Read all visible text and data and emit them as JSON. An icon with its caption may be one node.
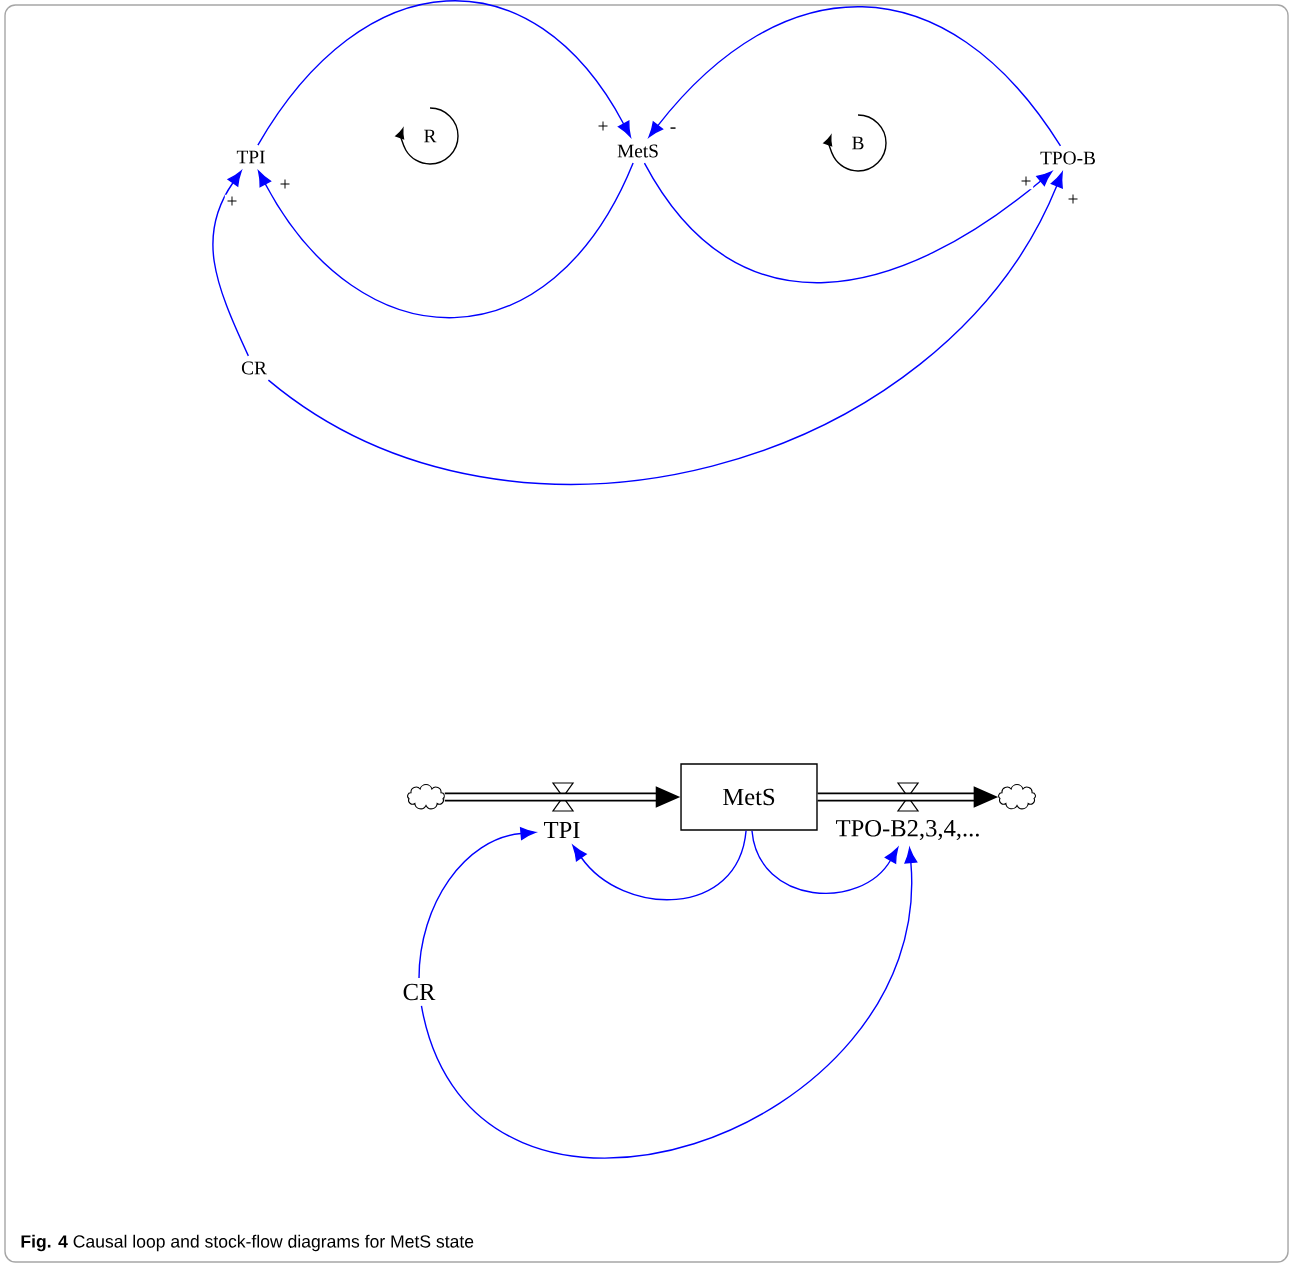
{
  "diagram": {
    "caption": "**Fig. 4** Causal loop and stock-flow diagrams for MetS state",
    "nodes": [
      {
        "text": [
          "TPI"
        ]
      },
      {
        "text": [
          "MetS"
        ]
      },
      {
        "text": [
          "TPO-B"
        ]
      },
      {
        "text": [
          "CR"
        ]
      },
      {
        "text": [],
        "shape": "cloud"
      },
      {
        "text": [
          "TPI"
        ]
      },
      {
        "text": [
          "MetS"
        ]
      },
      {
        "text": [
          "TPO-B2,3,4,..."
        ]
      },
      {
        "text": [],
        "shape": "cloud"
      },
      {
        "text": [
          "CR"
        ]
      }
    ],
    "edges": [
      {
        "from": 0,
        "to": 1,
        "arrow": "to",
        "label": "+"
      },
      {
        "from": 2,
        "to": 1,
        "arrow": "to",
        "label": "-"
      },
      {
        "from": 1,
        "to": 0,
        "arrow": "to",
        "label": "+"
      },
      {
        "from": 1,
        "to": 2,
        "arrow": "to",
        "label": "+"
      },
      {
        "from": 3,
        "to": 0,
        "arrow": "to",
        "label": "+"
      },
      {
        "from": 3,
        "to": 2,
        "arrow": "to",
        "label": "+"
      },
      {
        "from": 4,
        "to": 6,
        "arrow": "to",
        "style": "thick",
        "color": "#000000"
      },
      {
        "from": 6,
        "to": 8,
        "arrow": "to",
        "style": "thick",
        "color": "#000000"
      },
      {
        "from": 9,
        "to": 5,
        "arrow": "to"
      },
      {
        "from": 6,
        "to": 5,
        "arrow": "to"
      },
      {
        "from": 6,
        "to": 7,
        "arrow": "to"
      },
      {
        "from": 9,
        "to": 7,
        "arrow": "to"
      }
    ],
    "labels": [
      "R",
      "B"
    ]
  }
}
